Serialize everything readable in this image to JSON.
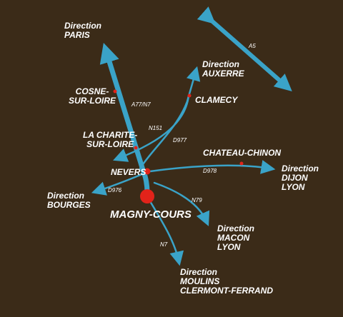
{
  "colors": {
    "background": "#3b2b18",
    "route": "#3aa3c8",
    "town_marker": "#e2231a",
    "text": "#ffffff"
  },
  "destinations": {
    "paris": {
      "line1": "Direction",
      "line2": "PARIS"
    },
    "auxerre": {
      "line1": "Direction",
      "line2": "AUXERRE"
    },
    "dijon_lyon": {
      "line1": "Direction",
      "line2": "DIJON",
      "line3": "LYON"
    },
    "bourges": {
      "line1": "Direction",
      "line2": "BOURGES"
    },
    "macon_lyon": {
      "line1": "Direction",
      "line2": "MACON",
      "line3": "LYON"
    },
    "moulins": {
      "line1": "Direction",
      "line2": "MOULINS",
      "line3": "CLERMONT-FERRAND"
    }
  },
  "towns": {
    "cosne": {
      "line1": "COSNE-",
      "line2": "SUR-LOIRE"
    },
    "clamecy": "CLAMECY",
    "la_charite": {
      "line1": "LA CHARITE-",
      "line2": "SUR-LOIRE"
    },
    "chateau_chinon": "CHATEAU-CHINON",
    "nevers": "NEVERS",
    "magny_cours": "MAGNY-COURS"
  },
  "roads": {
    "a5": "A5",
    "a77_n7": "A77/N7",
    "n151": "N151",
    "d977": "D977",
    "d978": "D978",
    "d976": "D976",
    "n79": "N79",
    "n7": "N7"
  }
}
